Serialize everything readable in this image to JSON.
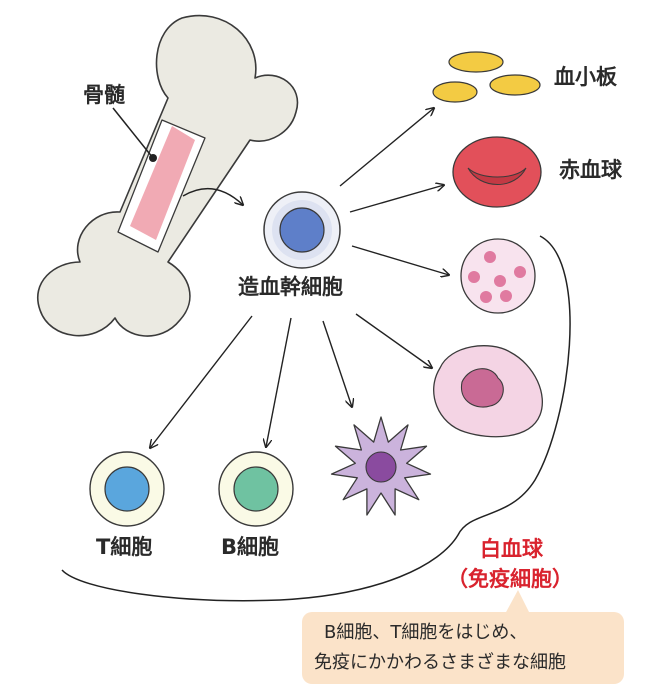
{
  "labels": {
    "bone_marrow": "骨髄",
    "stem_cell": "造血幹細胞",
    "platelet": "血小板",
    "red_blood_cell": "赤血球",
    "t_cell": "T細胞",
    "b_cell": "B細胞",
    "white_blood_cell": "白血球",
    "immune_cell": "（免疫細胞）"
  },
  "callout": {
    "line1": "B細胞、T細胞をはじめ、",
    "line2": "免疫にかかわるさまざまな細胞"
  },
  "colors": {
    "bone": "#ebeae2",
    "marrow": "#f1aab4",
    "stem_cell": "#5e7fc9",
    "red_blood_cell": "#e2505a",
    "platelet": "#f3cb43",
    "t_cell_nucleus": "#5aa6dd",
    "b_cell_nucleus": "#6fc2a1",
    "dendritic_cell": "#cbb3dc",
    "granulocyte": "#f4d4e4",
    "accent_text": "#d9232e",
    "callout_bg": "#fbe3c9"
  }
}
